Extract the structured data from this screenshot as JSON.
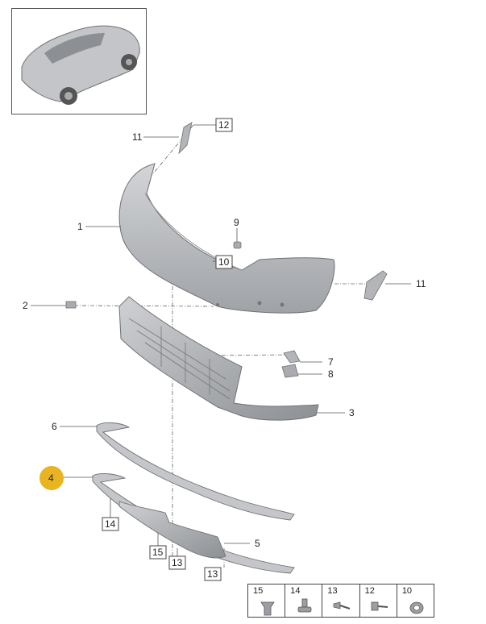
{
  "callouts": {
    "c1": "1",
    "c2": "2",
    "c3": "3",
    "c4": "4",
    "c5": "5",
    "c6": "6",
    "c7": "7",
    "c8": "8",
    "c9": "9",
    "c10": "10",
    "c11a": "11",
    "c11b": "11",
    "c12": "12",
    "c13a": "13",
    "c13b": "13",
    "c14": "14",
    "c15": "15"
  },
  "legend": {
    "items": [
      "15",
      "14",
      "13",
      "12",
      "10"
    ]
  },
  "colors": {
    "part_fill": "#b9bbbe",
    "part_stroke": "#6f7175",
    "highlight": "#e8b422",
    "leader": "#555555"
  }
}
